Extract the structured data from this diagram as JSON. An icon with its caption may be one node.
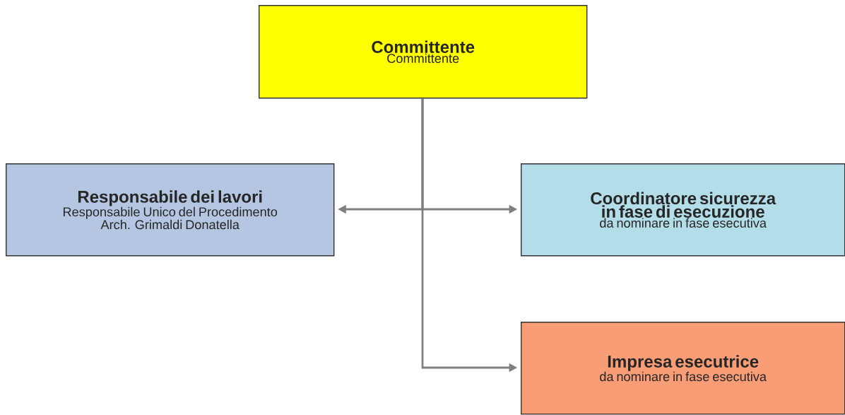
{
  "diagram": {
    "nodes": [
      {
        "text": [
          "Committente",
          "Committente"
        ]
      },
      {
        "text": [
          "Responsabile dei lavori",
          "Responsabile Unico del Procedimento",
          "Arch. Grimaldi Donatella"
        ]
      },
      {
        "text": [
          "Coordinatore sicurezza in fase di esecuzione",
          "da nominare in fase esecutiva"
        ]
      },
      {
        "text": [
          "Impresa esecutrice",
          "da nominare in fase esecutiva"
        ]
      }
    ],
    "edges": [
      {
        "from": 0,
        "to": 1,
        "arrow": "to"
      },
      {
        "from": 0,
        "to": 2,
        "arrow": "to"
      },
      {
        "from": 0,
        "to": 3,
        "arrow": "to"
      }
    ]
  }
}
